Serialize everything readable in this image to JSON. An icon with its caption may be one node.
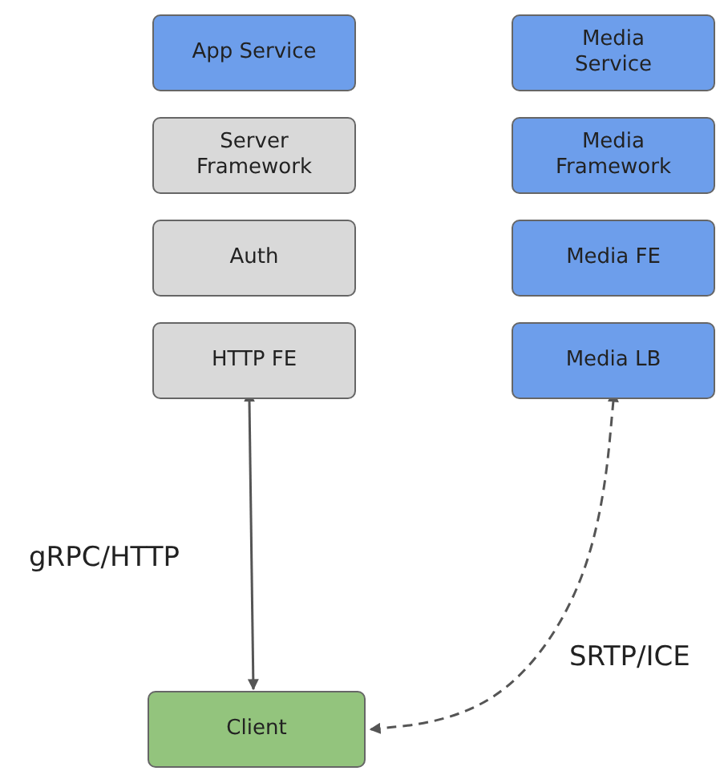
{
  "diagram": {
    "nodes": [
      {
        "text": [
          "App Service"
        ]
      },
      {
        "text": [
          "Server Framework"
        ]
      },
      {
        "text": [
          "Auth"
        ]
      },
      {
        "text": [
          "HTTP FE"
        ]
      },
      {
        "text": [
          "Media Service"
        ]
      },
      {
        "text": [
          "Media Framework"
        ]
      },
      {
        "text": [
          "Media FE"
        ]
      },
      {
        "text": [
          "Media LB"
        ]
      },
      {
        "text": [
          "Client"
        ]
      }
    ],
    "edges": [
      {
        "from": 3,
        "to": 8,
        "arrow": "both",
        "label": "gRPC/HTTP"
      },
      {
        "from": 7,
        "to": 8,
        "arrow": "both",
        "label": "SRTP/ICE",
        "style": "dashed"
      }
    ]
  }
}
